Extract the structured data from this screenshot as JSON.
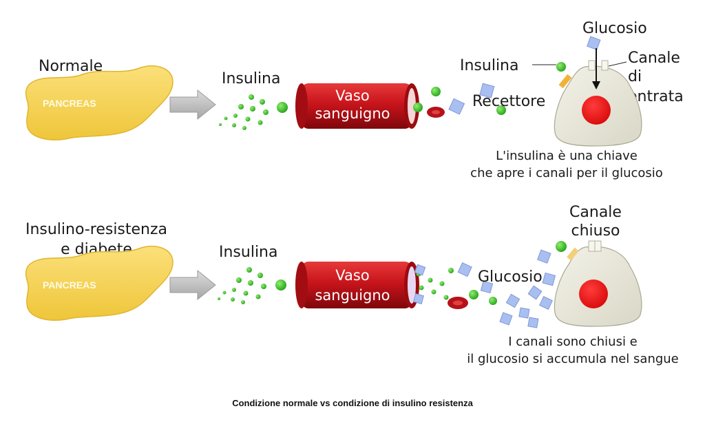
{
  "top": {
    "state_label": "Normale",
    "pancreas_label": "PANCREAS",
    "insulin_label": "Insulina",
    "vessel_line1": "Vaso",
    "vessel_line2": "sanguigno",
    "cell_insulin_label": "Insulina",
    "glucose_label": "Glucosio",
    "channel_line1": "Canale",
    "channel_line2": "di",
    "channel_line3": "entrata",
    "receptor_label": "Recettore",
    "note_line1": "L'insulina è una chiave",
    "note_line2": "che apre i canali per il glucosio"
  },
  "bottom": {
    "state_line1": "Insulino-resistenza",
    "state_line2": "e diabete",
    "pancreas_label": "PANCREAS",
    "insulin_label": "Insulina",
    "vessel_line1": "Vaso",
    "vessel_line2": "sanguigno",
    "glucose_label": "Glucosio",
    "channel_line1": "Canale",
    "channel_line2": "chiuso",
    "note_line1": "I canali sono chiusi e",
    "note_line2": "il glucosio si accumula nel sangue"
  },
  "caption": "Condizione normale vs condizione di insulino resistenza",
  "colors": {
    "pancreas": "#f5d04e",
    "vessel": "#c8141b",
    "insulin": "#3cc02b",
    "glucose": "#a9bff0",
    "cell": "#ecebdf",
    "nucleus": "#ee1111",
    "receptor": "#f2b23a"
  }
}
